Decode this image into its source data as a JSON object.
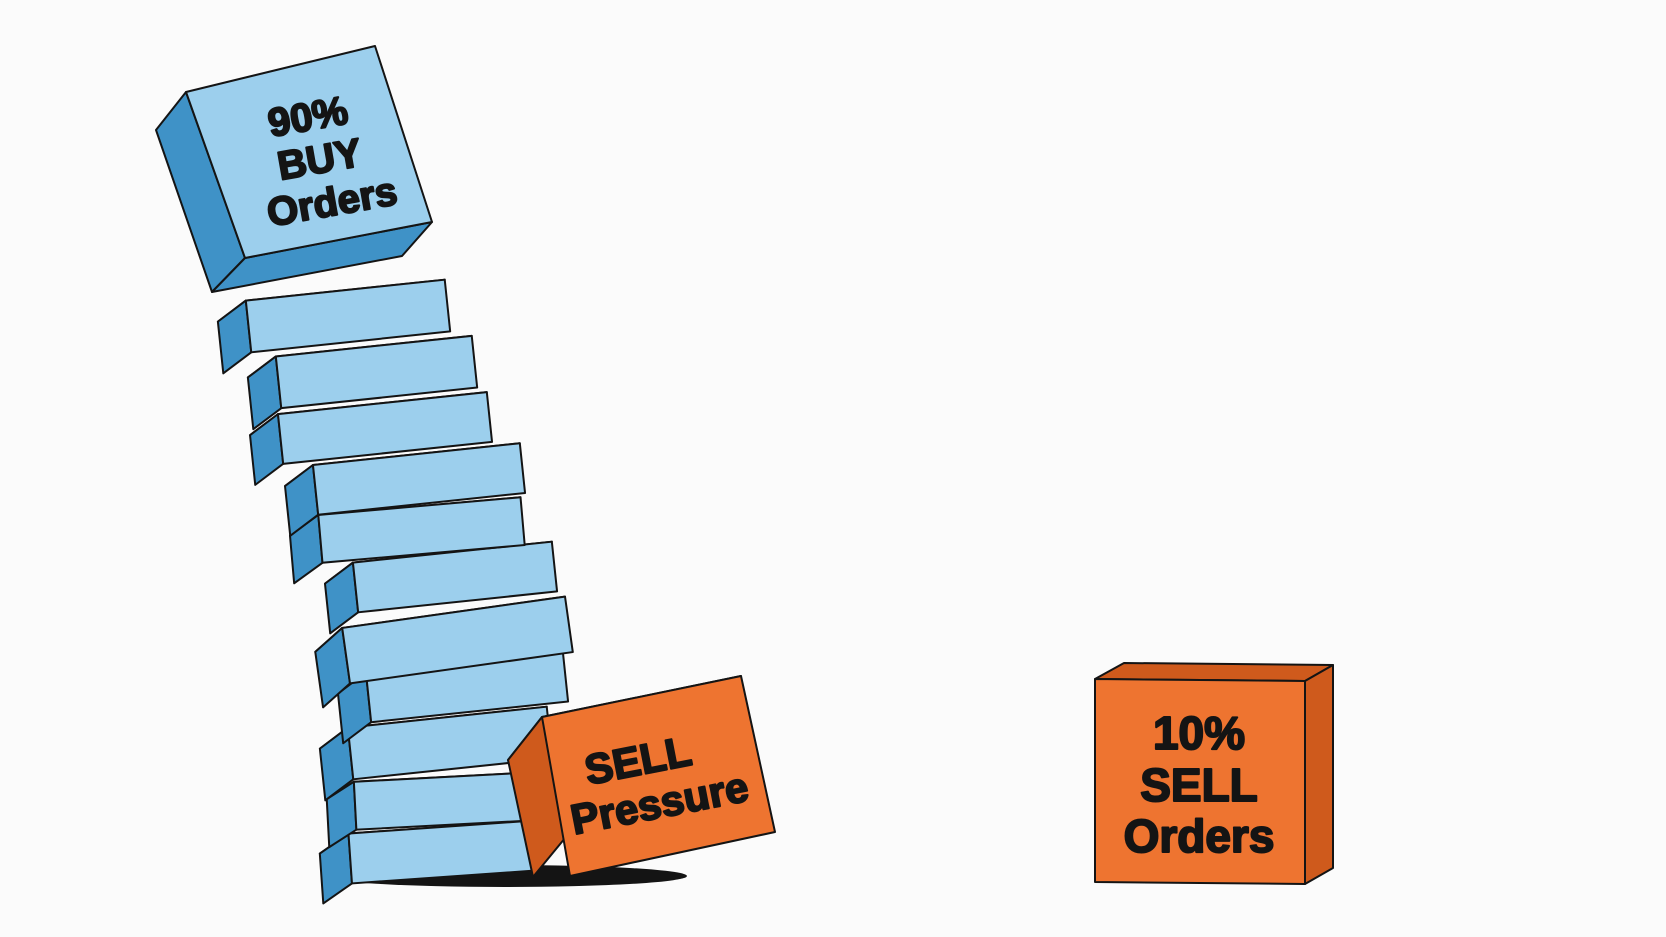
{
  "buy_stack": {
    "top_block": {
      "line1": "90%",
      "line2": "BUY",
      "line3": "Orders"
    },
    "block_count": 11
  },
  "pressure_block": {
    "line1": "SELL",
    "line2": "Pressure"
  },
  "sell_block": {
    "line1": "10%",
    "line2": "SELL",
    "line3": "Orders"
  },
  "colors": {
    "buy_front": "#9ccfed",
    "buy_side": "#3f92c7",
    "sell_front": "#ee7430",
    "sell_side": "#cf5a1c",
    "outline": "#141414",
    "background": "#fbfbfb"
  }
}
